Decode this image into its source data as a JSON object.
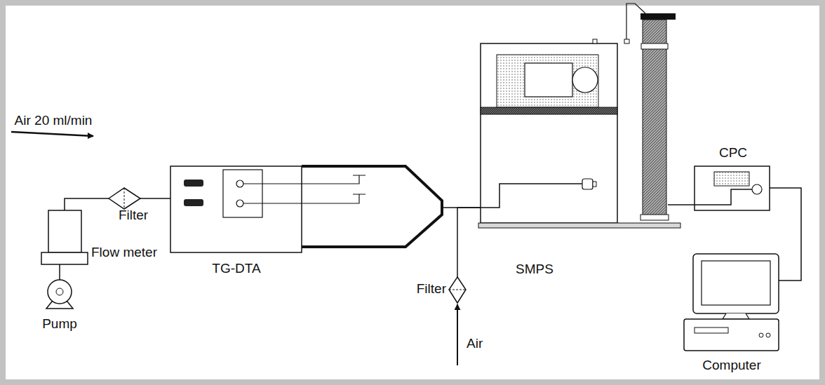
{
  "diagram": {
    "nodes": [
      {
        "text": [
          "Pump"
        ]
      },
      {
        "text": [
          "Flow meter"
        ]
      },
      {
        "text": [
          "Filter"
        ]
      },
      {
        "text": [
          "TG-DTA"
        ]
      },
      {
        "text": [
          "Filter"
        ]
      },
      {
        "text": [
          "SMPS"
        ]
      },
      {
        "text": [
          "CPC"
        ]
      },
      {
        "text": [
          "Computer"
        ]
      }
    ],
    "edges": [
      {
        "from": 0,
        "to": 1,
        "arrow": "none"
      },
      {
        "from": 1,
        "to": 2,
        "arrow": "none"
      },
      {
        "from": 2,
        "to": 3,
        "arrow": "none"
      },
      {
        "from": 3,
        "to": 5,
        "arrow": "none"
      },
      {
        "from": 4,
        "to": 5,
        "arrow": "none"
      },
      {
        "from": 5,
        "to": 6,
        "arrow": "none"
      },
      {
        "from": 6,
        "to": 7,
        "arrow": "none"
      }
    ],
    "labels": [
      "Air 20 ml/min",
      "Air"
    ]
  }
}
